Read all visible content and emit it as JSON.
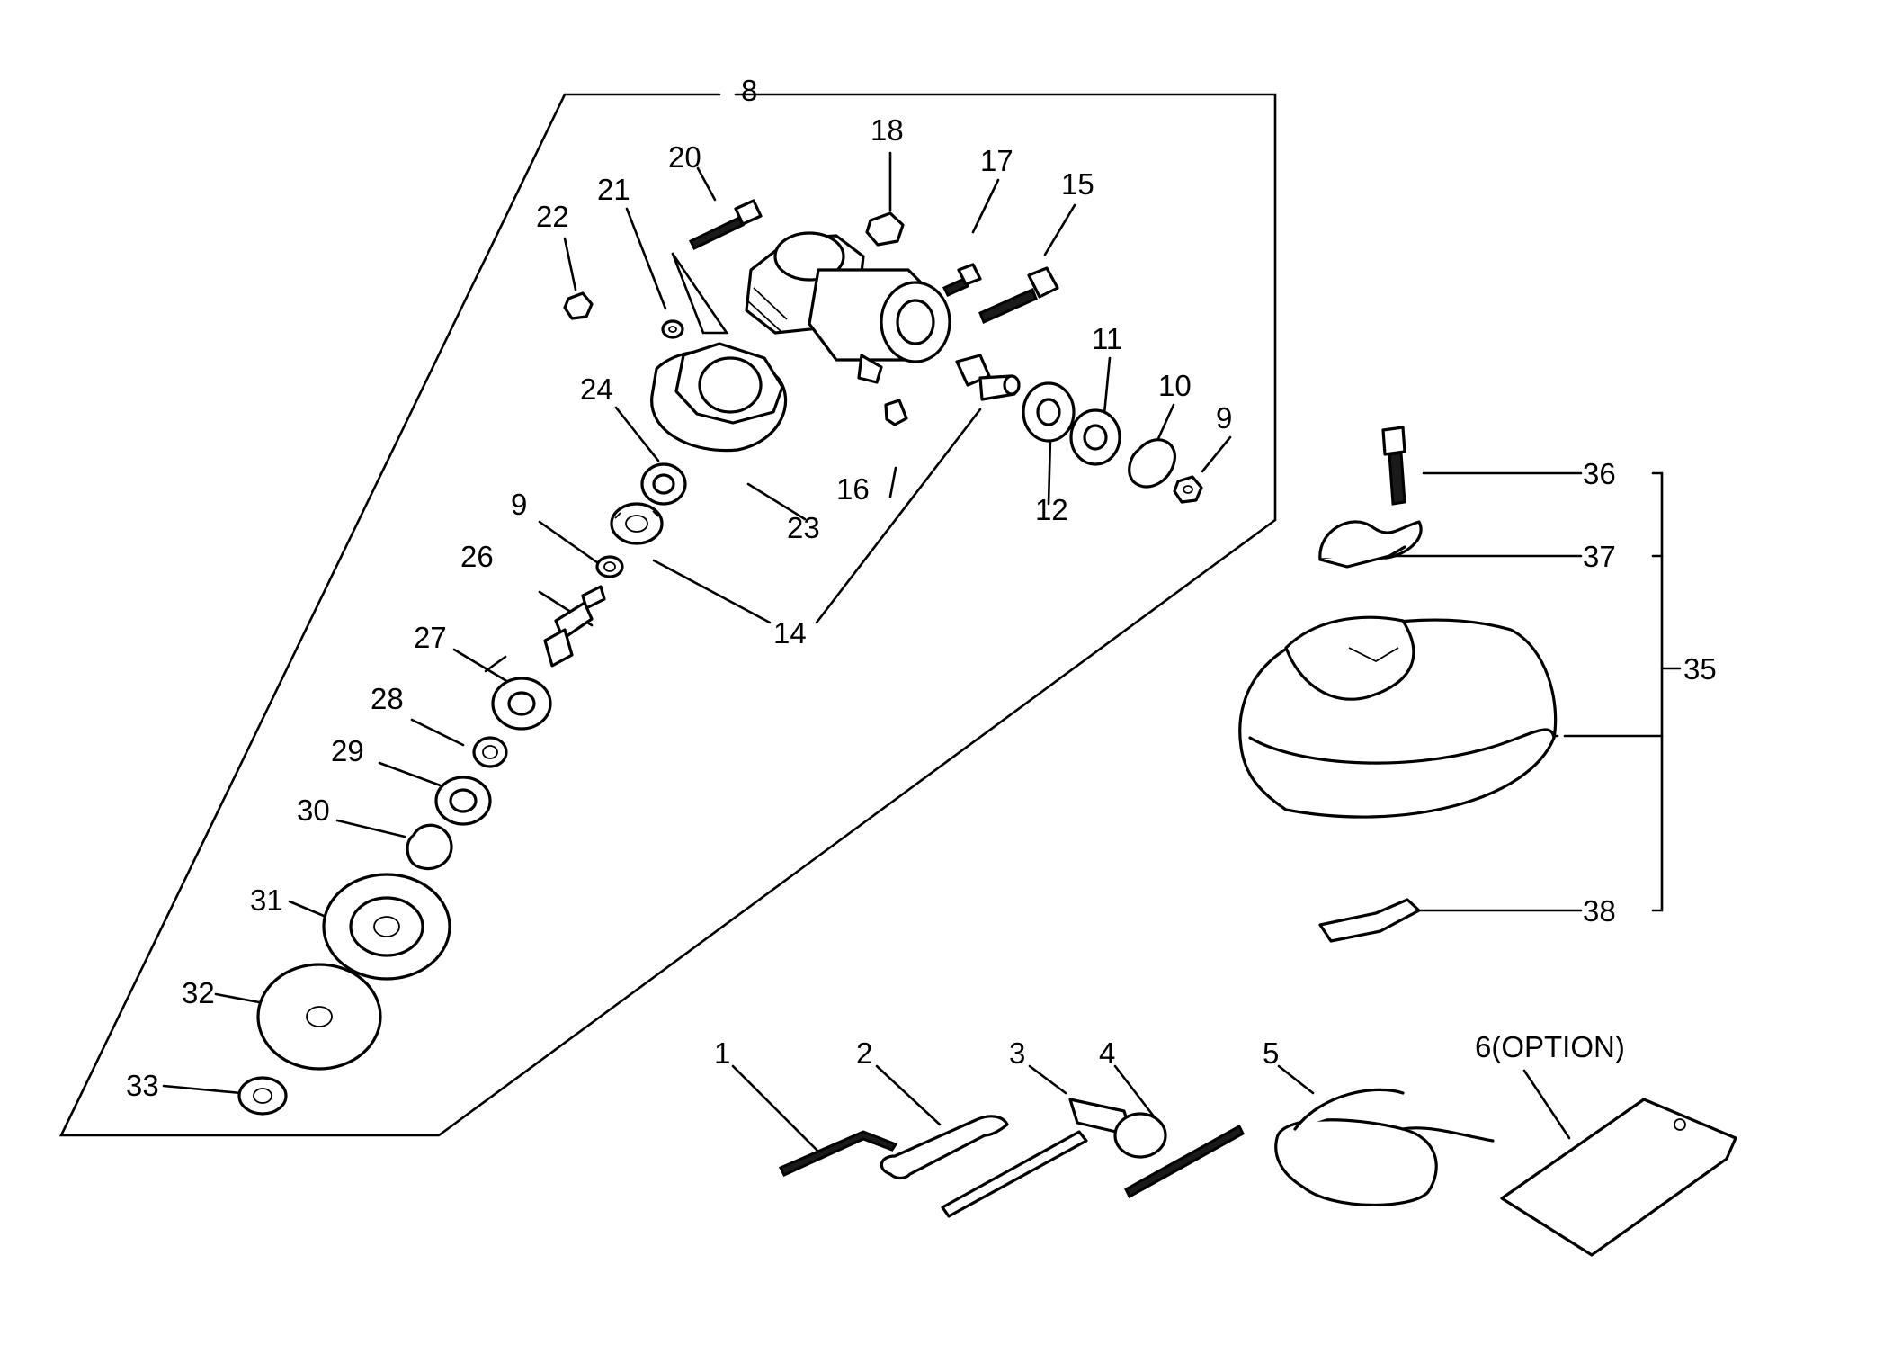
{
  "diagram": {
    "labels": {
      "p8": "8",
      "p18": "18",
      "p20": "20",
      "p17": "17",
      "p15": "15",
      "p21": "21",
      "p22": "22",
      "p11": "11",
      "p10": "10",
      "p9a": "9",
      "p24": "24",
      "p16": "16",
      "p12": "12",
      "p23": "23",
      "p9b": "9",
      "p26": "26",
      "p14": "14",
      "p27": "27",
      "p28": "28",
      "p29": "29",
      "p30": "30",
      "p31": "31",
      "p32": "32",
      "p33": "33",
      "p36": "36",
      "p37": "37",
      "p35": "35",
      "p38": "38",
      "p1": "1",
      "p2": "2",
      "p3": "3",
      "p4": "4",
      "p5": "5",
      "p6": "6(OPTION)"
    }
  }
}
